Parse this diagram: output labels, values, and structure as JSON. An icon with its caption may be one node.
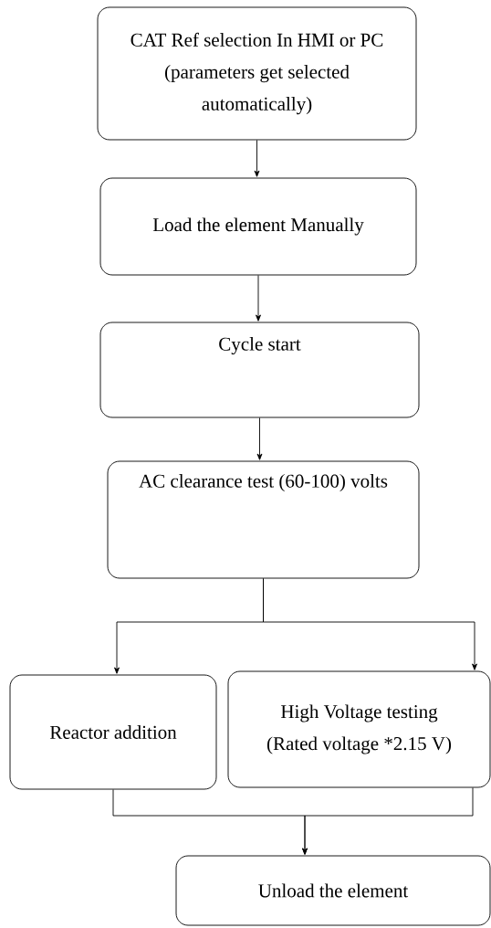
{
  "diagram": {
    "nodes": [
      {
        "text": [
          "CAT Ref selection In HMI or PC (parameters get selected automatically)"
        ]
      },
      {
        "text": [
          "Load the element Manually"
        ]
      },
      {
        "text": [
          "Cycle start"
        ]
      },
      {
        "text": [
          "AC clearance test (60-100) volts"
        ]
      },
      {
        "text": [
          "Reactor addition"
        ]
      },
      {
        "text": [
          "High Voltage testing (Rated voltage *2.15 V)"
        ]
      },
      {
        "text": [
          "Unload the element"
        ]
      }
    ],
    "edges": [
      {
        "from": 0,
        "to": 1,
        "arrow": "to"
      },
      {
        "from": 1,
        "to": 2,
        "arrow": "to"
      },
      {
        "from": 2,
        "to": 3,
        "arrow": "to"
      },
      {
        "from": 3,
        "to": 4,
        "arrow": "to"
      },
      {
        "from": 3,
        "to": 5,
        "arrow": "to"
      },
      {
        "from": 4,
        "to": 6,
        "arrow": "to"
      },
      {
        "from": 5,
        "to": 6,
        "arrow": "to"
      }
    ]
  }
}
